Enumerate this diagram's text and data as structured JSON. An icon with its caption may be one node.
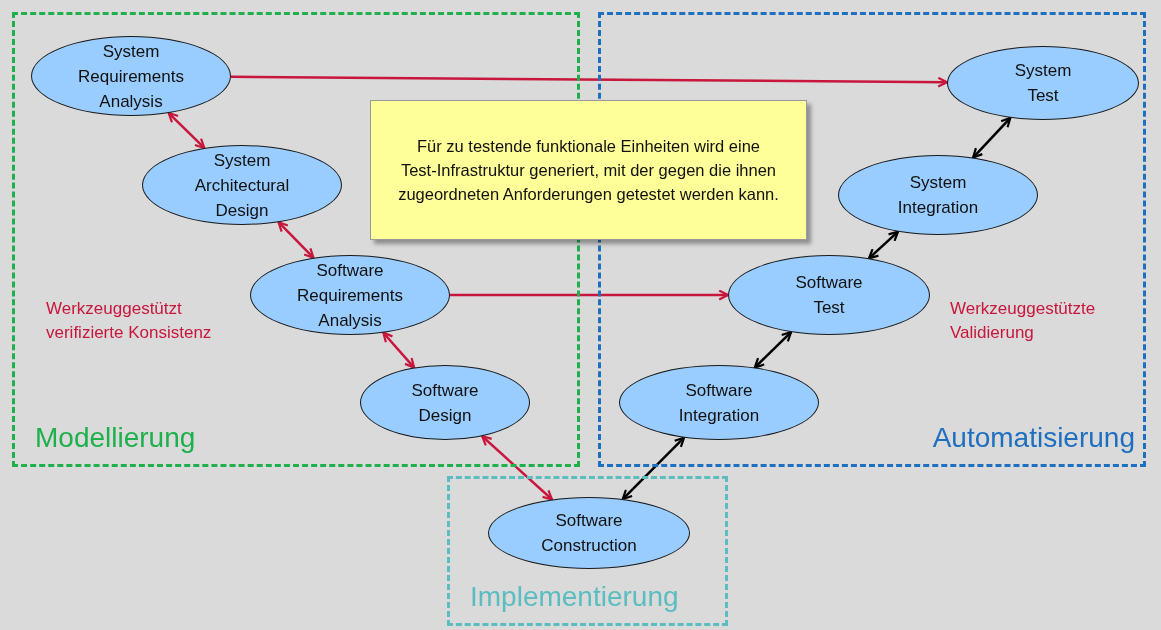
{
  "diagram": {
    "nodes": [
      {
        "text": [
          "Modellierung"
        ]
      },
      {
        "text": [
          "Automatisierung"
        ]
      },
      {
        "text": [
          "Implementierung"
        ]
      },
      {
        "text": [
          "System Requirements Analysis"
        ],
        "in": 0
      },
      {
        "text": [
          "System Architectural Design"
        ],
        "in": 0
      },
      {
        "text": [
          "Software Requirements Analysis"
        ],
        "in": 0
      },
      {
        "text": [
          "Software Design"
        ],
        "in": 0
      },
      {
        "text": [
          "Software Construction"
        ],
        "in": 2
      },
      {
        "text": [
          "Software Integration"
        ],
        "in": 1
      },
      {
        "text": [
          "Software Test"
        ],
        "in": 1
      },
      {
        "text": [
          "System Integration"
        ],
        "in": 1
      },
      {
        "text": [
          "System Test"
        ],
        "in": 1
      },
      {
        "text": [
          "Für zu testende funktionale Einheiten wird eine Test-Infrastruktur generiert, mit der gegen die ihnen zugeordneten Anforderungen getestet werden kann."
        ]
      }
    ],
    "edges": [
      {
        "from": 3,
        "to": 11,
        "arrow": "to"
      },
      {
        "from": 5,
        "to": 9,
        "arrow": "to"
      },
      {
        "from": 3,
        "to": 4,
        "arrow": "both"
      },
      {
        "from": 4,
        "to": 5,
        "arrow": "both"
      },
      {
        "from": 5,
        "to": 6,
        "arrow": "both"
      },
      {
        "from": 6,
        "to": 7,
        "arrow": "both"
      },
      {
        "from": 7,
        "to": 8,
        "arrow": "both",
        "color": "#000000"
      },
      {
        "from": 8,
        "to": 9,
        "arrow": "both",
        "color": "#000000"
      },
      {
        "from": 9,
        "to": 10,
        "arrow": "both",
        "color": "#000000"
      },
      {
        "from": 10,
        "to": 11,
        "arrow": "both",
        "color": "#000000"
      }
    ],
    "labels": [
      "Werkzeuggestützt verifizierte Konsistenz",
      "Werkzeuggestützte Validierung"
    ]
  }
}
